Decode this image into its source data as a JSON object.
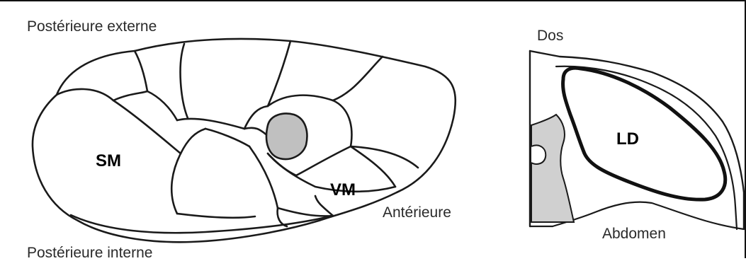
{
  "left_panel": {
    "label_top": "Postérieure externe",
    "label_bottom": "Postérieure interne",
    "label_anterior": "Antérieure",
    "muscle_sm": "SM",
    "muscle_vm": "VM"
  },
  "right_panel": {
    "label_top": "Dos",
    "label_bottom": "Abdomen",
    "muscle_ld": "LD"
  },
  "colors": {
    "outline": "#1a1a1a",
    "bone_fill": "#c0c0c0",
    "spine_fill": "#d0d0d0",
    "background": "#ffffff"
  }
}
